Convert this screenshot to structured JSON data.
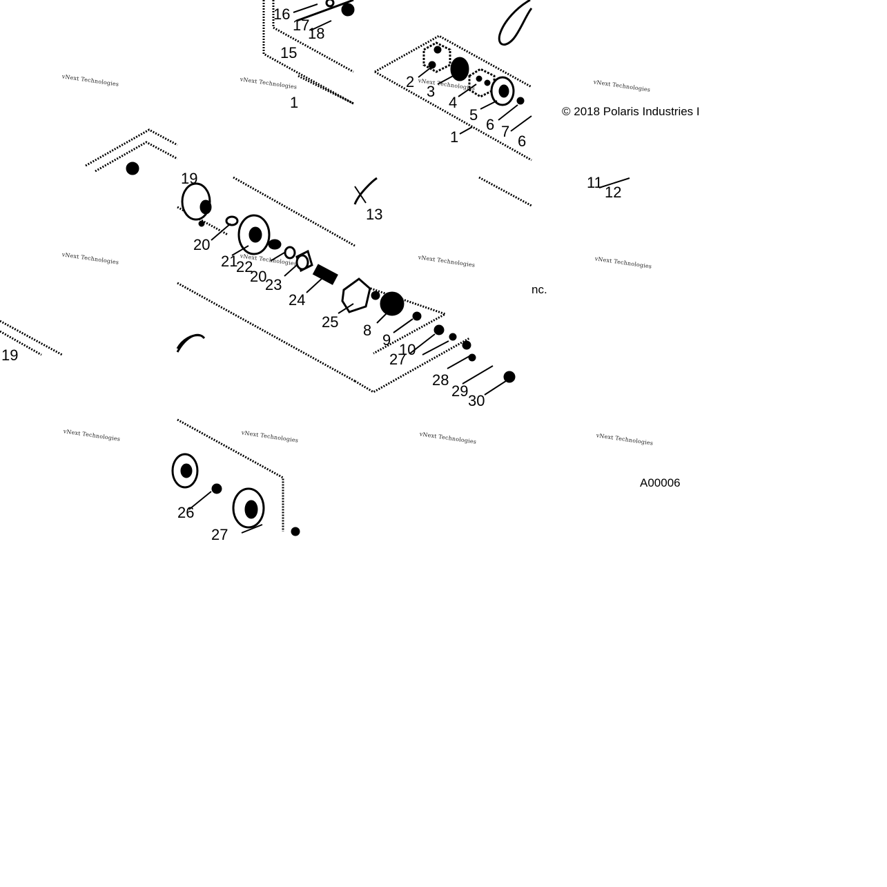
{
  "figure": {
    "copyright": "© 2018 Polaris Industries I",
    "copyright_tail": "nc.",
    "figure_id": "A00006",
    "watermark": "vNext Technologies"
  },
  "callouts": [
    "16",
    "17",
    "18",
    "15",
    "1",
    "2",
    "3",
    "4",
    "5",
    "6",
    "7",
    "6",
    "1",
    "19",
    "20",
    "21",
    "22",
    "20",
    "23",
    "24",
    "25",
    "8",
    "9",
    "27",
    "10",
    "28",
    "29",
    "30",
    "13",
    "11",
    "12",
    "19",
    "26",
    "27"
  ],
  "colors": {
    "ink": "#000000",
    "paper": "#ffffff",
    "watermark_ghost": "#d6d6d6"
  }
}
